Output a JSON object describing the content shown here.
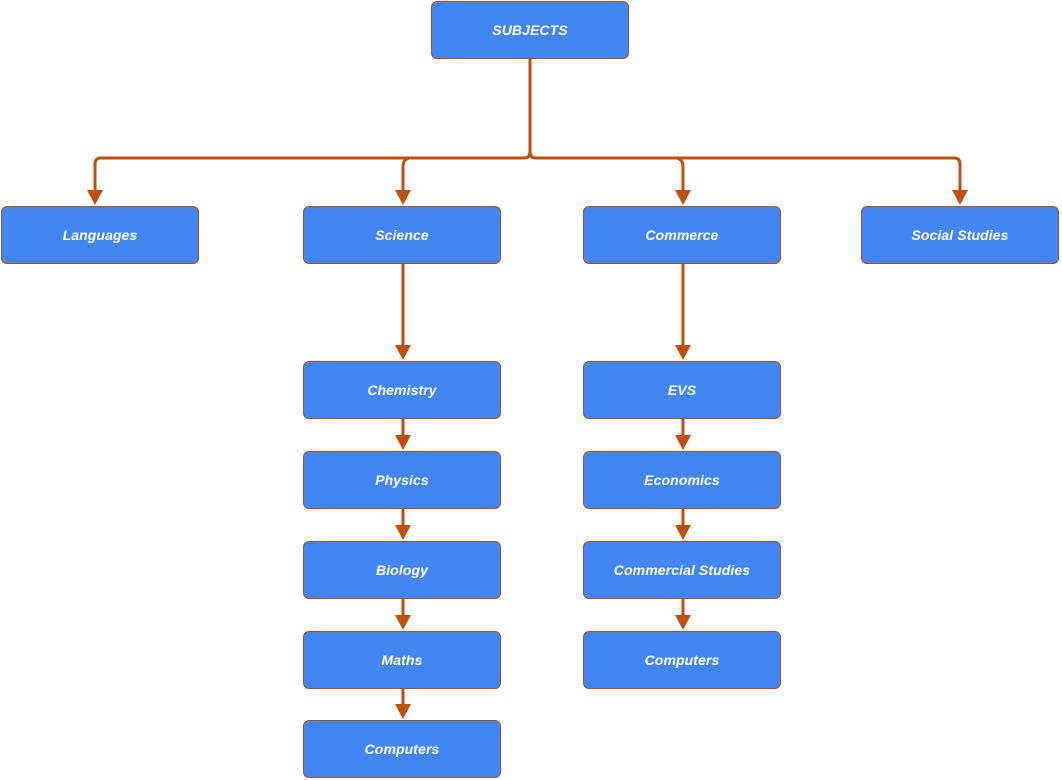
{
  "colors": {
    "node_fill": "#4286f4",
    "node_border": "#b34d0f",
    "connector": "#c04f0e",
    "node_text": "#ffffff"
  },
  "nodes": {
    "subjects": "SUBJECTS",
    "languages": "Languages",
    "science": "Science",
    "commerce": "Commerce",
    "social_studies": "Social Studies",
    "chemistry": "Chemistry",
    "physics": "Physics",
    "biology": "Biology",
    "maths": "Maths",
    "science_computers": "Computers",
    "evs": "EVS",
    "economics": "Economics",
    "commercial_studies": "Commercial Studies",
    "commerce_computers": "Computers"
  },
  "edges": [
    [
      "subjects",
      "languages"
    ],
    [
      "subjects",
      "science"
    ],
    [
      "subjects",
      "commerce"
    ],
    [
      "subjects",
      "social_studies"
    ],
    [
      "science",
      "chemistry"
    ],
    [
      "chemistry",
      "physics"
    ],
    [
      "physics",
      "biology"
    ],
    [
      "biology",
      "maths"
    ],
    [
      "maths",
      "science_computers"
    ],
    [
      "commerce",
      "evs"
    ],
    [
      "evs",
      "economics"
    ],
    [
      "economics",
      "commercial_studies"
    ],
    [
      "commercial_studies",
      "commerce_computers"
    ]
  ]
}
